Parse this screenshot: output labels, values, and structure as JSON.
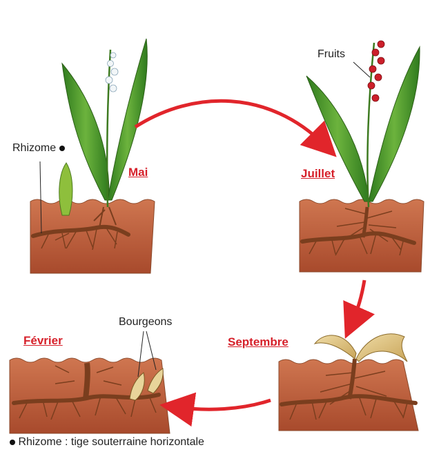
{
  "stages": [
    {
      "month": "Mai"
    },
    {
      "month": "Juillet"
    },
    {
      "month": "Septembre"
    },
    {
      "month": "Février"
    }
  ],
  "annotations": {
    "rhizome": "Rhizome",
    "fruits": "Fruits",
    "bourgeons": "Bourgeons"
  },
  "footnote": "Rhizome : tige souterraine horizontale",
  "colors": {
    "month_label": "#d6202a",
    "arrow": "#e1252b",
    "soil_top": "#c96a45",
    "soil_bottom": "#a84a2c",
    "leaf": "#4f9a2e",
    "root": "#8a4a26",
    "berry": "#cc1f2a",
    "dried_leaf": "#d8bf80"
  }
}
